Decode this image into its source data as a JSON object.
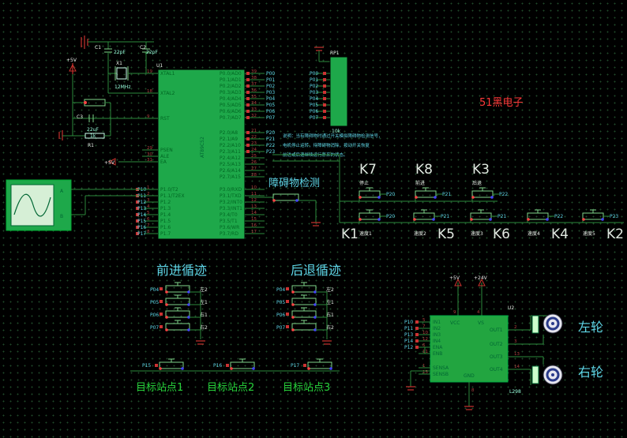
{
  "brand": {
    "text": "51黑电子",
    "color": "#ff3a3a"
  },
  "mcu": {
    "ref": "U1",
    "part": "AT89C52",
    "left_pins": [
      "XTAL1",
      "XTAL2",
      "RST",
      "PSEN",
      "ALE",
      "EA",
      "P1.0/T2",
      "P1.1/T2EX",
      "P1.2",
      "P1.3",
      "P1.4",
      "P1.5",
      "P1.6",
      "P1.7"
    ],
    "left_nums": [
      "19",
      "18",
      "9",
      "29",
      "30",
      "31",
      "1",
      "2",
      "3",
      "4",
      "5",
      "6",
      "7",
      "8"
    ],
    "right_pins": [
      "P0.0/AD0",
      "P0.1/AD1",
      "P0.2/AD2",
      "P0.3/AD3",
      "P0.4/AD4",
      "P0.5/AD5",
      "P0.6/AD6",
      "P0.7/AD7",
      "P2.0/A8",
      "P2.1/A9",
      "P2.2/A10",
      "P2.3/A11",
      "P2.4/A12",
      "P2.5/A13",
      "P2.6/A14",
      "P2.7/A15",
      "P3.0/RXD",
      "P3.1/TXD",
      "P3.2/INT0",
      "P3.3/INT1",
      "P3.4/T0",
      "P3.5/T1",
      "P3.6/WR",
      "P3.7/RD"
    ],
    "right_nums": [
      "39",
      "38",
      "37",
      "36",
      "35",
      "34",
      "33",
      "32",
      "21",
      "22",
      "23",
      "24",
      "25",
      "26",
      "27",
      "28",
      "10",
      "11",
      "12",
      "13",
      "14",
      "15",
      "16",
      "17"
    ],
    "right_nets": [
      "P00",
      "P01",
      "P02",
      "P03",
      "P04",
      "P05",
      "P06",
      "P07",
      "P20",
      "P21",
      "P22",
      "P23"
    ],
    "left_nets": [
      "P10",
      "P11",
      "P12",
      "P13",
      "P14",
      "P15",
      "P16",
      "P17"
    ]
  },
  "crystal": {
    "c1": "C1",
    "c1_val": "22pF",
    "c2": "C2",
    "c2_val": "22pF",
    "x1": "X1",
    "x1_val": "12MHz"
  },
  "reset": {
    "c3": "C3",
    "c3_val": "22uF",
    "r1": "R1",
    "r1_val": "1k"
  },
  "rpack": {
    "ref": "RP1",
    "val": "10k",
    "nets": [
      "P00",
      "P01",
      "P02",
      "P03",
      "P04",
      "P05",
      "P06",
      "P07"
    ]
  },
  "power": {
    "plus5": "+5V",
    "plus24": "+24V"
  },
  "scope": {
    "a": "A",
    "b": "B"
  },
  "note": {
    "line1": "说明：当有障碍物时通过开关模拟障碍物检测信号，",
    "line2": "电机停止运转，待障碍物消除，按动开关恢复",
    "line3": "前进或后退继续运行原来的状态。"
  },
  "obstacle": {
    "label": "障碍物检测"
  },
  "keys_top": [
    {
      "k": "K7",
      "name": "停止",
      "net": "P20"
    },
    {
      "k": "K8",
      "name": "前进",
      "net": "P21"
    },
    {
      "k": "K3",
      "name": "后退",
      "net": "P22"
    }
  ],
  "keys_bottom": [
    {
      "k": "K1",
      "name": "速度1",
      "net": "P20"
    },
    {
      "k": "K5",
      "name": "速度2",
      "net": "P21"
    },
    {
      "k": "K6",
      "name": "速度3",
      "net": "P21"
    },
    {
      "k": "K4",
      "name": "速度4",
      "net": "P22"
    },
    {
      "k": "K2",
      "name": "速度5",
      "net": "P23"
    }
  ],
  "track_fwd": {
    "title": "前进循迹",
    "rows": [
      {
        "net": "P04",
        "side": "左2"
      },
      {
        "net": "P05",
        "side": "左1"
      },
      {
        "net": "P06",
        "side": "右1"
      },
      {
        "net": "P07",
        "side": "右2"
      }
    ]
  },
  "track_back": {
    "title": "后退循迹",
    "rows": [
      {
        "net": "P04",
        "side": "左2"
      },
      {
        "net": "P05",
        "side": "左1"
      },
      {
        "net": "P06",
        "side": "右1"
      },
      {
        "net": "P07",
        "side": "右2"
      }
    ]
  },
  "stations": [
    {
      "net": "P15",
      "label": "目标站点1"
    },
    {
      "net": "P16",
      "label": "目标站点2"
    },
    {
      "net": "P17",
      "label": "目标站点3"
    }
  ],
  "driver": {
    "ref": "U2",
    "part": "L298",
    "in_pins": [
      "IN1",
      "IN2",
      "IN3",
      "IN4",
      "ENA",
      "ENB"
    ],
    "in_nums": [
      "5",
      "7",
      "10",
      "12",
      "6",
      "11"
    ],
    "in_nets": [
      "P10",
      "P11",
      "P13",
      "P14",
      "P12",
      ""
    ],
    "sense": [
      "SENSA",
      "SENSB"
    ],
    "sense_nums": [
      "1",
      "15"
    ],
    "vcc": "VCC",
    "vs": "VS",
    "gnd": "GND",
    "vcc_num": "9",
    "vs_num": "4",
    "gnd_num": "8",
    "outs": [
      "OUT1",
      "OUT2",
      "OUT3",
      "OUT4"
    ],
    "out_nums": [
      "2",
      "3",
      "13",
      "14"
    ]
  },
  "motors": {
    "left": "左轮",
    "right": "右轮"
  }
}
